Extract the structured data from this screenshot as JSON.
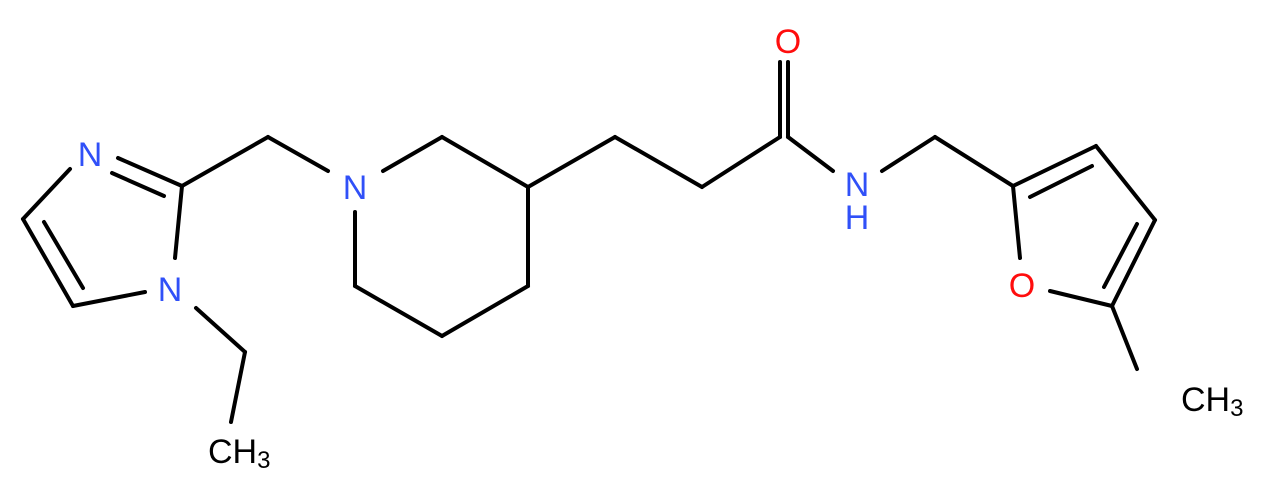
{
  "diagram": {
    "type": "chemical-structure",
    "name": "3-[1-[(1-ethylimidazol-2-yl)methyl]piperidin-3-yl]-N-[(5-methylfuran-2-yl)methyl]propanamide",
    "colors": {
      "bond": "#000000",
      "nitrogen": "#3050F8",
      "oxygen": "#FF0D0D",
      "carbon": "#000000",
      "background": "#FFFFFF"
    },
    "atom_labels": {
      "imidazole_n3": "N",
      "imidazole_n1": "N",
      "piperidine_n": "N",
      "carbonyl_o": "O",
      "amide_n": "N",
      "amide_h": "H",
      "furan_o": "O",
      "ethyl_ch3_c": "CH",
      "ethyl_ch3_sub": "3",
      "furan_ch3_c": "CH",
      "furan_ch3_sub": "3"
    },
    "rings": [
      "1-ethyl-1H-imidazole",
      "piperidine",
      "5-methylfuran"
    ],
    "functional_groups": [
      "amide",
      "tertiary amine",
      "imidazole",
      "furan"
    ]
  }
}
